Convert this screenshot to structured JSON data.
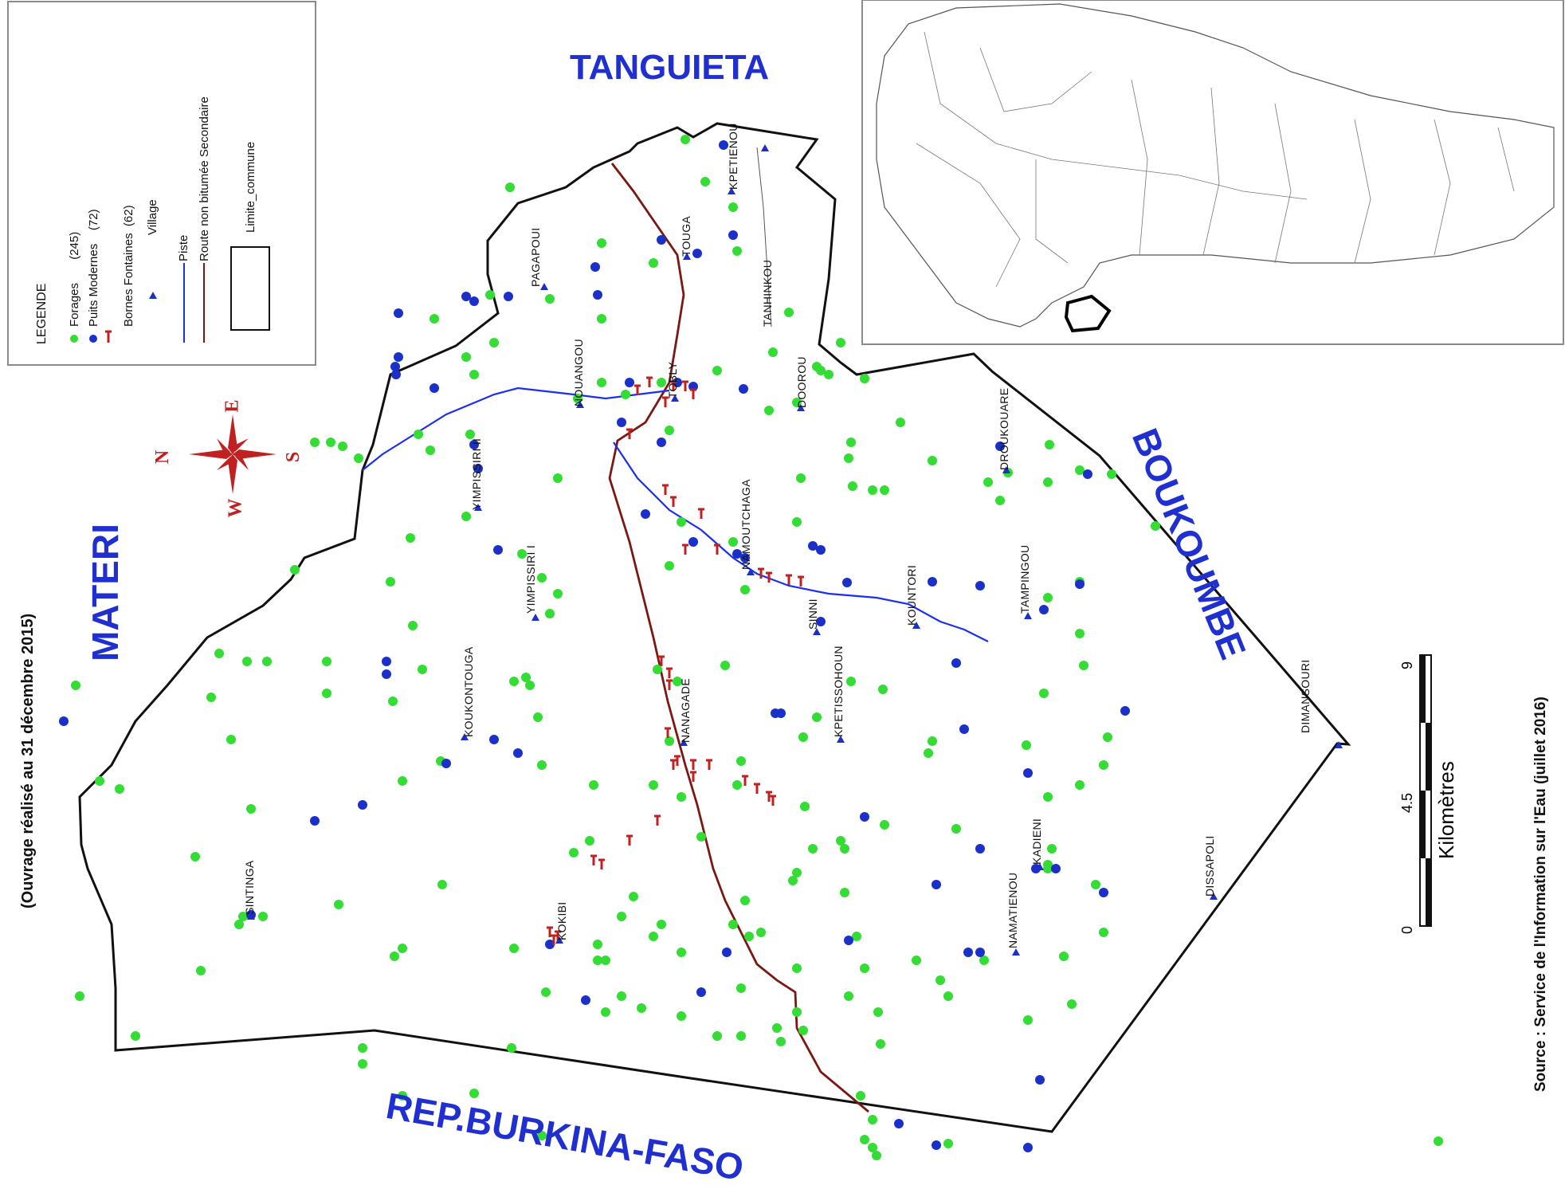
{
  "colors": {
    "forage": "#33dd33",
    "puits": "#1b2fc9",
    "borne": "#c0201f",
    "piste": "#1b2ff0",
    "route": "#7a1812",
    "limit": "#111111",
    "neighbor_text": "#1f2fd0"
  },
  "legend": {
    "title": "LEGENDE",
    "items": [
      {
        "label": "Forages",
        "count": "(245)",
        "symbol": "green-dot"
      },
      {
        "label": "Puits Modernes",
        "count": "(72)",
        "symbol": "blue-dot"
      },
      {
        "label": "Bornes Fontaines",
        "count": "(62)",
        "symbol": "red-tap"
      },
      {
        "label": "Village",
        "count": "",
        "symbol": "blue-triangle"
      },
      {
        "label": "Piste",
        "count": "",
        "symbol": "blue-line"
      },
      {
        "label": "Route non bitumée Secondaire",
        "count": "",
        "symbol": "brown-line"
      },
      {
        "label": "Limite_commune",
        "count": "",
        "symbol": "black-box"
      }
    ]
  },
  "neighbors": {
    "north": "TANGUIETA",
    "west": "MATERI",
    "east": "BOUKOUMBE",
    "south": "REP.BURKINA-FASO"
  },
  "north_arrow": {
    "n": "N",
    "s": "S",
    "e": "E",
    "w": "W"
  },
  "notes": {
    "date_note": "(Ouvrage réalisé au 31 décembre 2015)",
    "source": "Source : Service de l'Information sur l'Eau (juillet 2016)"
  },
  "scale_bar": {
    "unit": "Kilomètres",
    "ticks": [
      "0",
      "4.5",
      "9"
    ]
  },
  "villages": [
    "KPETIENOU",
    "TOUGA",
    "TANHINKOU",
    "PAGAPOUI",
    "NOUANGOU",
    "TOBLY",
    "DOOROU",
    "DROUKOUARE",
    "YIMPISSIRI II",
    "YIMPISSIRI I",
    "NAMOUTCHAGA",
    "SINNI",
    "KOUNTORI",
    "TAMPINGOU",
    "KOUKONTOUGA",
    "NANAGADE",
    "KPETISSOHOUN",
    "DIMANSOURI",
    "KADIENI",
    "NAMATIENOU",
    "DISSAPOLI",
    "KOKIBI",
    "SINTINGA"
  ]
}
